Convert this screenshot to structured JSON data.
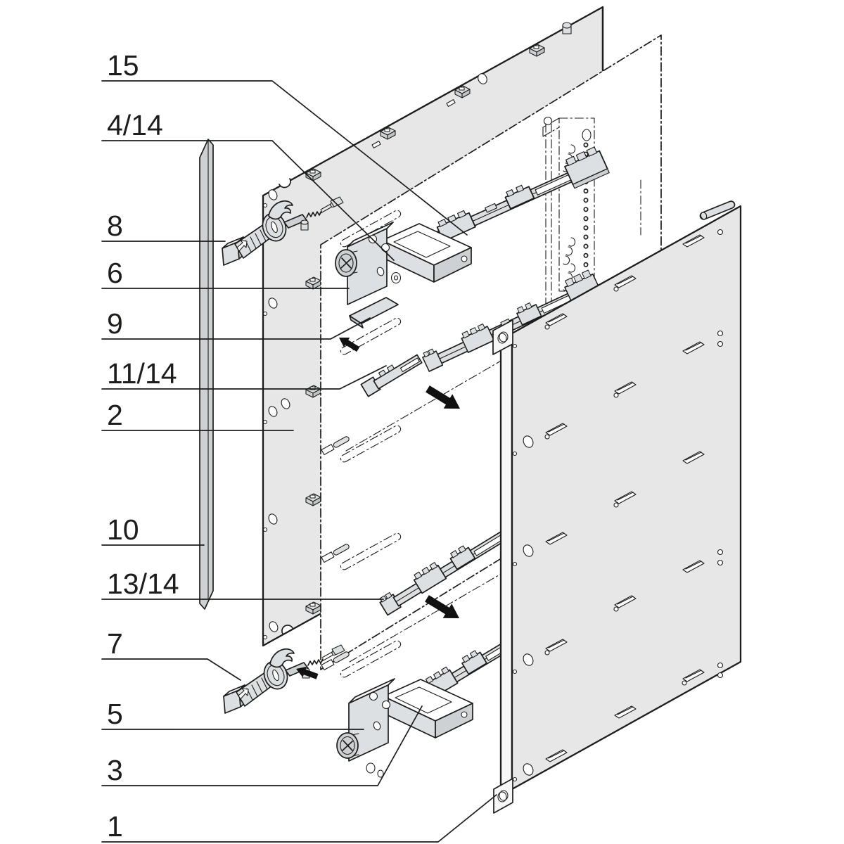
{
  "diagram": {
    "kind": "exploded-assembly-technical-drawing",
    "colors": {
      "background": "#ffffff",
      "line": "#1d1d1b",
      "panel_fill": "#e7e7e7",
      "part_fill": "#dde0e2",
      "arrow_fill": "#111111"
    },
    "callouts": [
      {
        "text": "15"
      },
      {
        "text": "4/14"
      },
      {
        "text": "8"
      },
      {
        "text": "6"
      },
      {
        "text": "9"
      },
      {
        "text": "11/14"
      },
      {
        "text": "2"
      },
      {
        "text": "10"
      },
      {
        "text": "13/14"
      },
      {
        "text": "7"
      },
      {
        "text": "5"
      },
      {
        "text": "3"
      },
      {
        "text": "1"
      }
    ],
    "arrows": [
      {
        "name": "insert-arrow-upper-slot",
        "direction": "up-left"
      },
      {
        "name": "remove-arrow-middle-rail",
        "direction": "down-right"
      },
      {
        "name": "remove-arrow-lower-rail",
        "direction": "down-right"
      },
      {
        "name": "insert-arrow-lower-handle",
        "direction": "left"
      }
    ]
  }
}
